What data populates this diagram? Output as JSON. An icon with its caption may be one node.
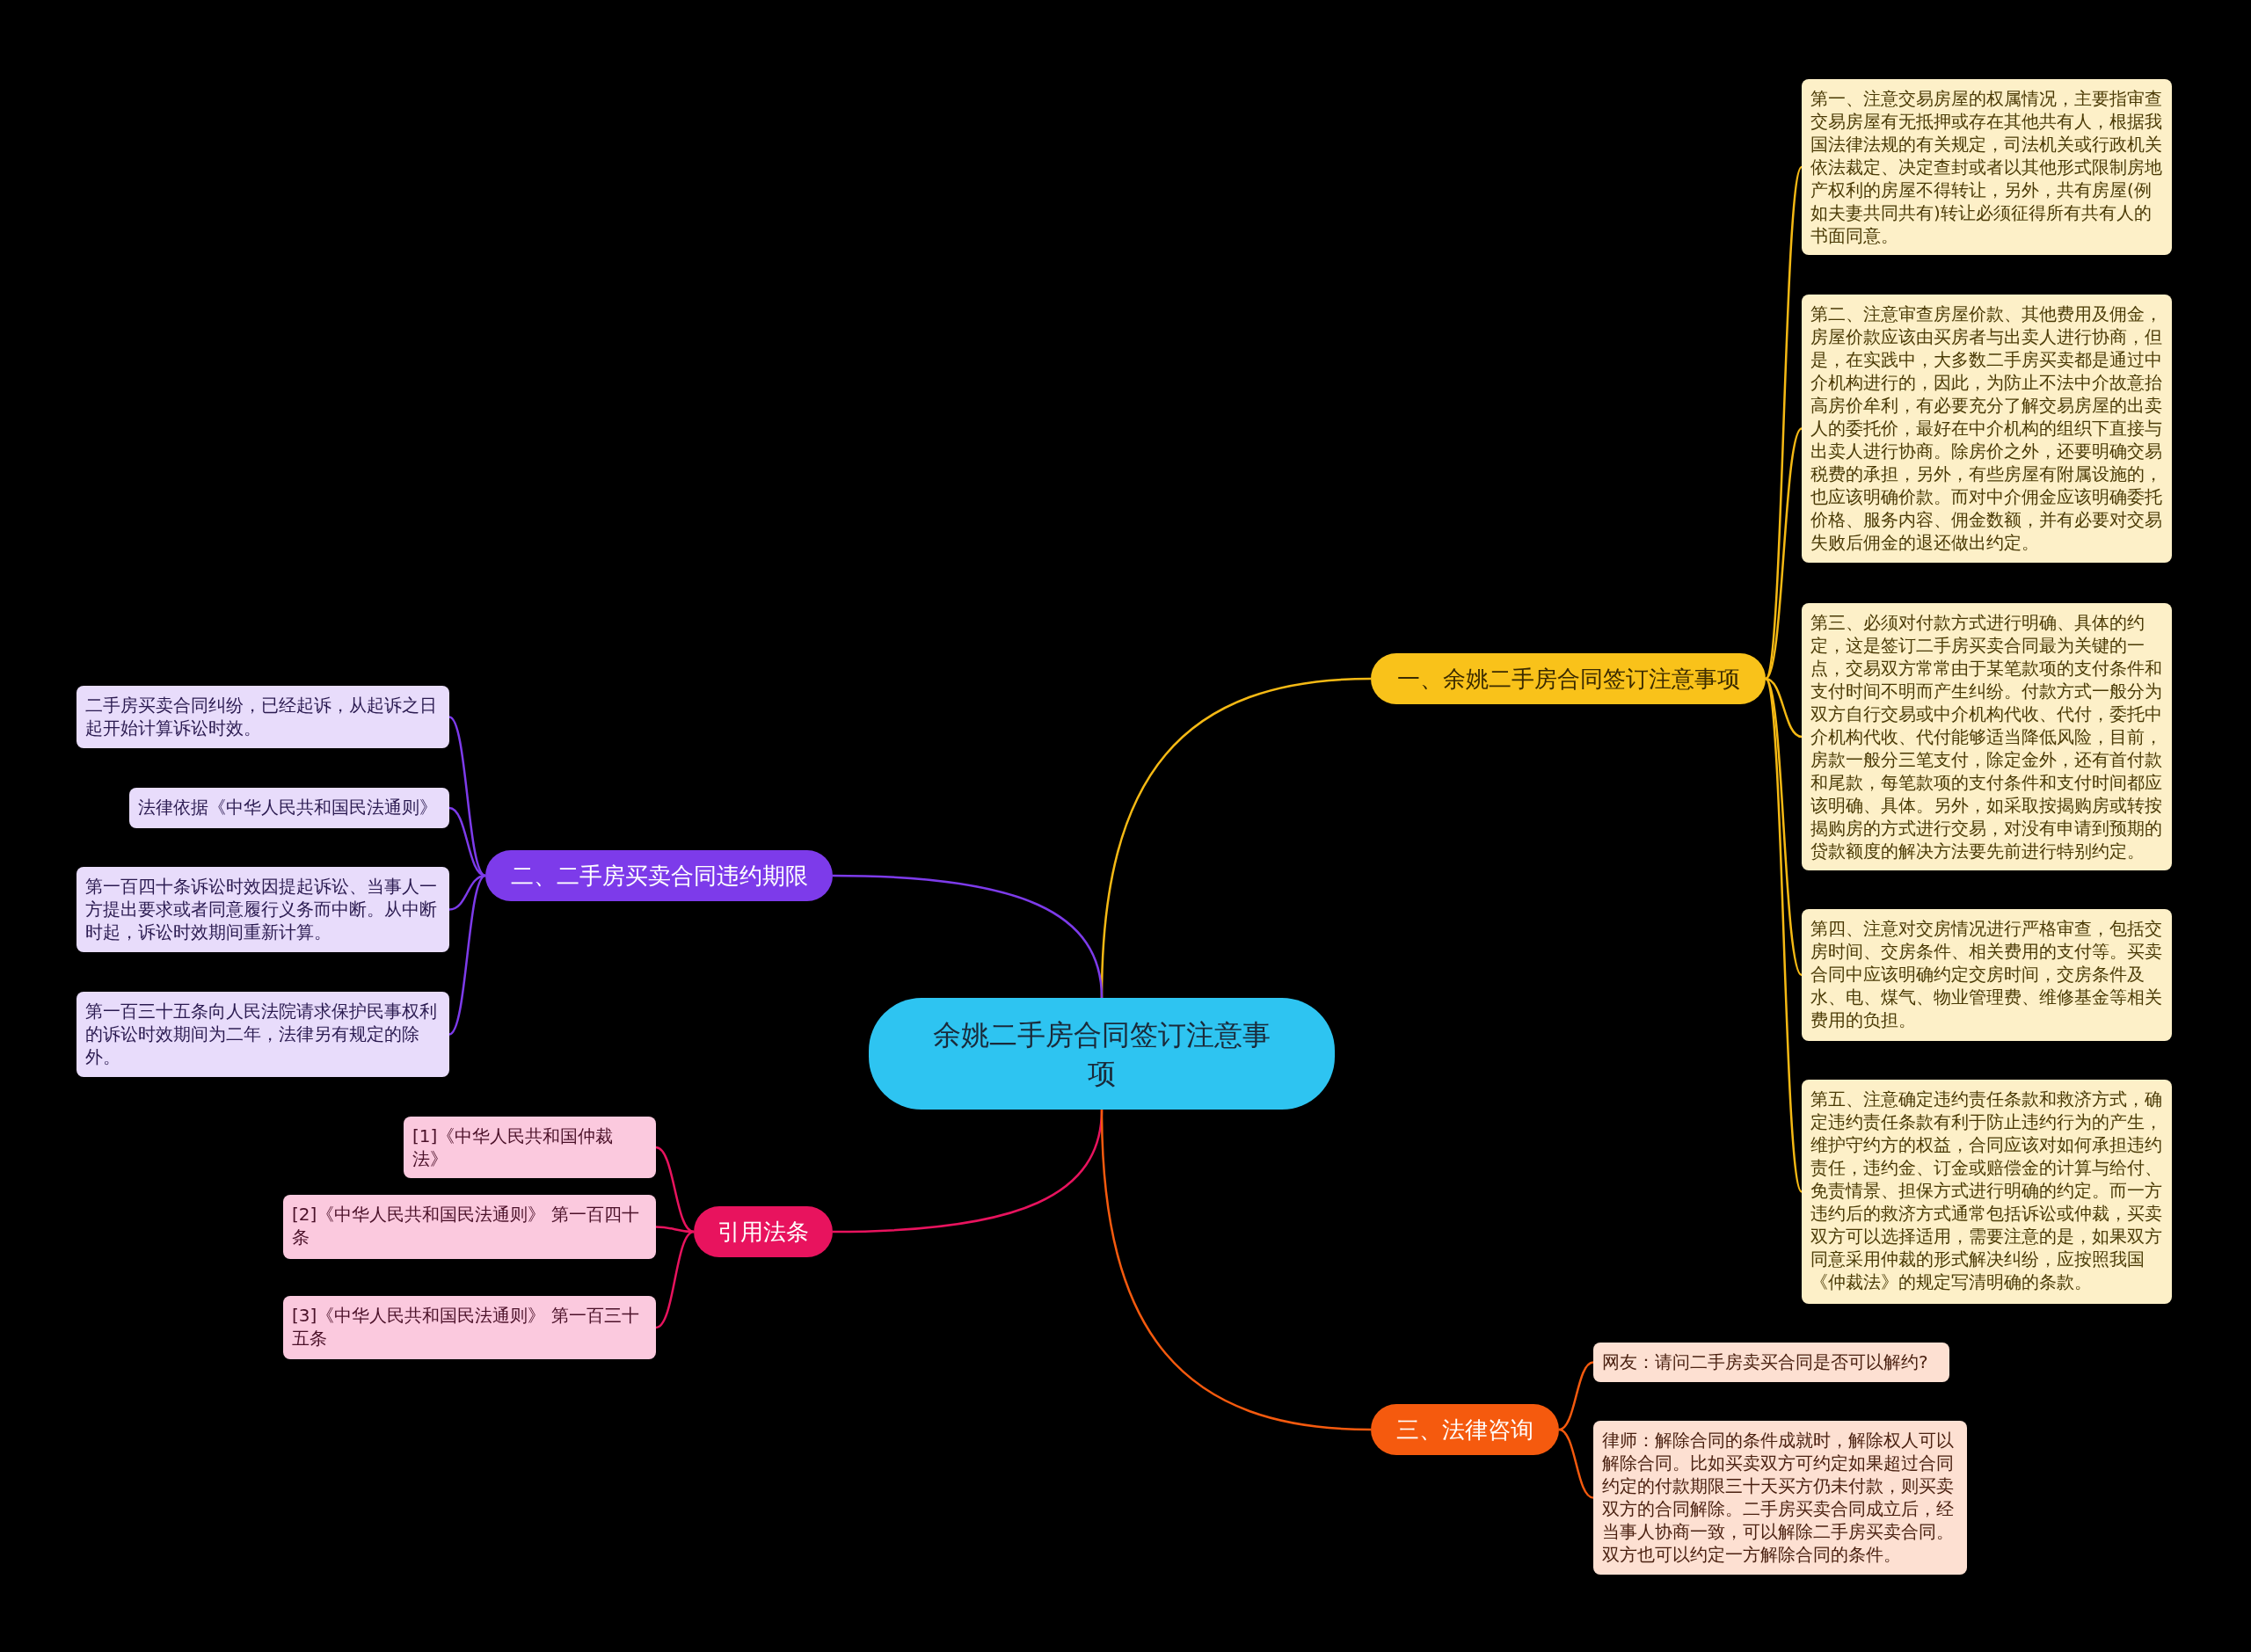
{
  "diagram": {
    "nodes": [
      {
        "text": [
          "余姚二手房合同签订注意事项"
        ]
      },
      {
        "text": [
          "一、余姚二手房合同签订注意事项"
        ]
      },
      {
        "text": [
          "第一、注意交易房屋的权属情况，主要指审查交易房屋有无抵押或存在其他共有人，根据我国法律法规的有关规定，司法机关或行政机关依法裁定、决定查封或者以其他形式限制房地产权利的房屋不得转让，另外，共有房屋(例如夫妻共同共有)转让必须征得所有共有人的书面同意。"
        ]
      },
      {
        "text": [
          "第二、注意审查房屋价款、其他费用及佣金，房屋价款应该由买房者与出卖人进行协商，但是，在实践中，大多数二手房买卖都是通过中介机构进行的，因此，为防止不法中介故意抬高房价牟利，有必要充分了解交易房屋的出卖人的委托价，最好在中介机构的组织下直接与出卖人进行协商。除房价之外，还要明确交易税费的承担，另外，有些房屋有附属设施的，也应该明确价款。而对中介佣金应该明确委托价格、服务内容、佣金数额，并有必要对交易失败后佣金的退还做出约定。"
        ]
      },
      {
        "text": [
          "第三、必须对付款方式进行明确、具体的约定，这是签订二手房买卖合同最为关键的一点，交易双方常常由于某笔款项的支付条件和支付时间不明而产生纠纷。付款方式一般分为双方自行交易或中介机构代收、代付，委托中介机构代收、代付能够适当降低风险，目前，房款一般分三笔支付，除定金外，还有首付款和尾款，每笔款项的支付条件和支付时间都应该明确、具体。另外，如采取按揭购房或转按揭购房的方式进行交易，对没有申请到预期的贷款额度的解决方法要先前进行特别约定。"
        ]
      },
      {
        "text": [
          "第四、注意对交房情况进行严格审查，包括交房时间、交房条件、相关费用的支付等。买卖合同中应该明确约定交房时间，交房条件及水、电、煤气、物业管理费、维修基金等相关费用的负担。"
        ]
      },
      {
        "text": [
          "第五、注意确定违约责任条款和救济方式，确定违约责任条款有利于防止违约行为的产生，维护守约方的权益，合同应该对如何承担违约责任，违约金、订金或赔偿金的计算与给付、免责情景、担保方式进行明确的约定。而一方违约后的救济方式通常包括诉讼或仲裁，买卖双方可以选择适用，需要注意的是，如果双方同意采用仲裁的形式解决纠纷，应按照我国《仲裁法》的规定写清明确的条款。"
        ]
      },
      {
        "text": [
          "二、二手房买卖合同违约期限"
        ]
      },
      {
        "text": [
          "二手房买卖合同纠纷，已经起诉，从起诉之日起开始计算诉讼时效。"
        ]
      },
      {
        "text": [
          "法律依据《中华人民共和国民法通则》"
        ]
      },
      {
        "text": [
          "第一百四十条诉讼时效因提起诉讼、当事人一方提出要求或者同意履行义务而中断。从中断时起，诉讼时效期间重新计算。"
        ]
      },
      {
        "text": [
          "第一百三十五条向人民法院请求保护民事权利的诉讼时效期间为二年，法律另有规定的除外。"
        ]
      },
      {
        "text": [
          "引用法条"
        ]
      },
      {
        "text": [
          "[1]《中华人民共和国仲裁法》"
        ]
      },
      {
        "text": [
          "[2]《中华人民共和国民法通则》 第一百四十条"
        ]
      },
      {
        "text": [
          "[3]《中华人民共和国民法通则》 第一百三十五条"
        ]
      },
      {
        "text": [
          "三、法律咨询"
        ]
      },
      {
        "text": [
          "网友：请问二手房卖买合同是否可以解约?"
        ]
      },
      {
        "text": [
          "律师：解除合同的条件成就时，解除权人可以解除合同。比如买卖双方可约定如果超过合同约定的付款期限三十天买方仍未付款，则买卖双方的合同解除。二手房买卖合同成立后，经当事人协商一致，可以解除二手房买卖合同。双方也可以约定一方解除合同的条件。"
        ]
      }
    ],
    "edges": [
      {
        "from": 0,
        "to": 1,
        "arrow": "none",
        "color": "#f5b914"
      },
      {
        "from": 1,
        "to": 2,
        "arrow": "none",
        "color": "#f5b914"
      },
      {
        "from": 1,
        "to": 3,
        "arrow": "none",
        "color": "#f5b914"
      },
      {
        "from": 1,
        "to": 4,
        "arrow": "none",
        "color": "#f5b914"
      },
      {
        "from": 1,
        "to": 5,
        "arrow": "none",
        "color": "#f5b914"
      },
      {
        "from": 1,
        "to": 6,
        "arrow": "none",
        "color": "#f5b914"
      },
      {
        "from": 0,
        "to": 7,
        "arrow": "none",
        "color": "#7d3bea"
      },
      {
        "from": 7,
        "to": 8,
        "arrow": "none",
        "color": "#7d3bea"
      },
      {
        "from": 7,
        "to": 9,
        "arrow": "none",
        "color": "#7d3bea"
      },
      {
        "from": 7,
        "to": 10,
        "arrow": "none",
        "color": "#7d3bea"
      },
      {
        "from": 7,
        "to": 11,
        "arrow": "none",
        "color": "#7d3bea"
      },
      {
        "from": 0,
        "to": 12,
        "arrow": "none",
        "color": "#e8135e"
      },
      {
        "from": 12,
        "to": 13,
        "arrow": "none",
        "color": "#e8135e"
      },
      {
        "from": 12,
        "to": 14,
        "arrow": "none",
        "color": "#e8135e"
      },
      {
        "from": 12,
        "to": 15,
        "arrow": "none",
        "color": "#e8135e"
      },
      {
        "from": 0,
        "to": 16,
        "arrow": "none",
        "color": "#f55a0e"
      },
      {
        "from": 16,
        "to": 17,
        "arrow": "none",
        "color": "#f55a0e"
      },
      {
        "from": 16,
        "to": 18,
        "arrow": "none",
        "color": "#f55a0e"
      }
    ]
  }
}
